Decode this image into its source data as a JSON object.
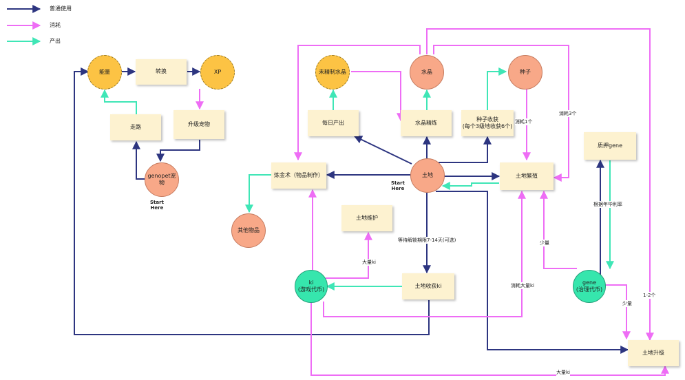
{
  "legend": {
    "normal_use": "普通使用",
    "consume": "消耗",
    "produce": "产出"
  },
  "colors": {
    "normal": "#2d3580",
    "consume": "#ee6df5",
    "produce": "#3fe6b6",
    "box_fill": "#fdf2d0",
    "orange_circle": "#f8a888",
    "yellow_circle": "#fcc344",
    "green_circle": "#36e6ad"
  },
  "nodes": {
    "energy": "能量",
    "convert": "转换",
    "xp": "XP",
    "walk": "走路",
    "upgrade_pet": "升级宠物",
    "genopet": "genopet宠物",
    "start_here_left": "Start\nHere",
    "unrefined_crystal": "未精制水晶",
    "crystal": "水晶",
    "seed": "种子",
    "daily_output": "每日产出",
    "crystal_refining": "水晶精炼",
    "seed_harvest": "种子收获\n(每个3级地收获6个)",
    "land": "土地",
    "start_here_right": "Start\nHere",
    "alchemy": "炼金术（物品制作）",
    "land_breeding": "土地繁殖",
    "stake_gene": "质押gene",
    "other_items": "其他物品",
    "land_maintenance": "土地维护",
    "ki": "ki\n(游戏代币)",
    "land_harvest_ki": "土地收获ki",
    "gene": "gene\n(治理代币)",
    "land_upgrade": "土地升级"
  },
  "edge_labels": {
    "consume_1": "消耗1个",
    "consume_3": "消耗3个",
    "annual_rate": "根据年华利率",
    "wait_unlock": "等待解锁期限7-14天(可选)",
    "lots_ki_1": "大量ki",
    "consume_lots_ki": "消耗大量ki",
    "little_1": "少量",
    "little_2": "少量",
    "one_two": "1-2个",
    "lots_ki_2": "大量ki"
  }
}
